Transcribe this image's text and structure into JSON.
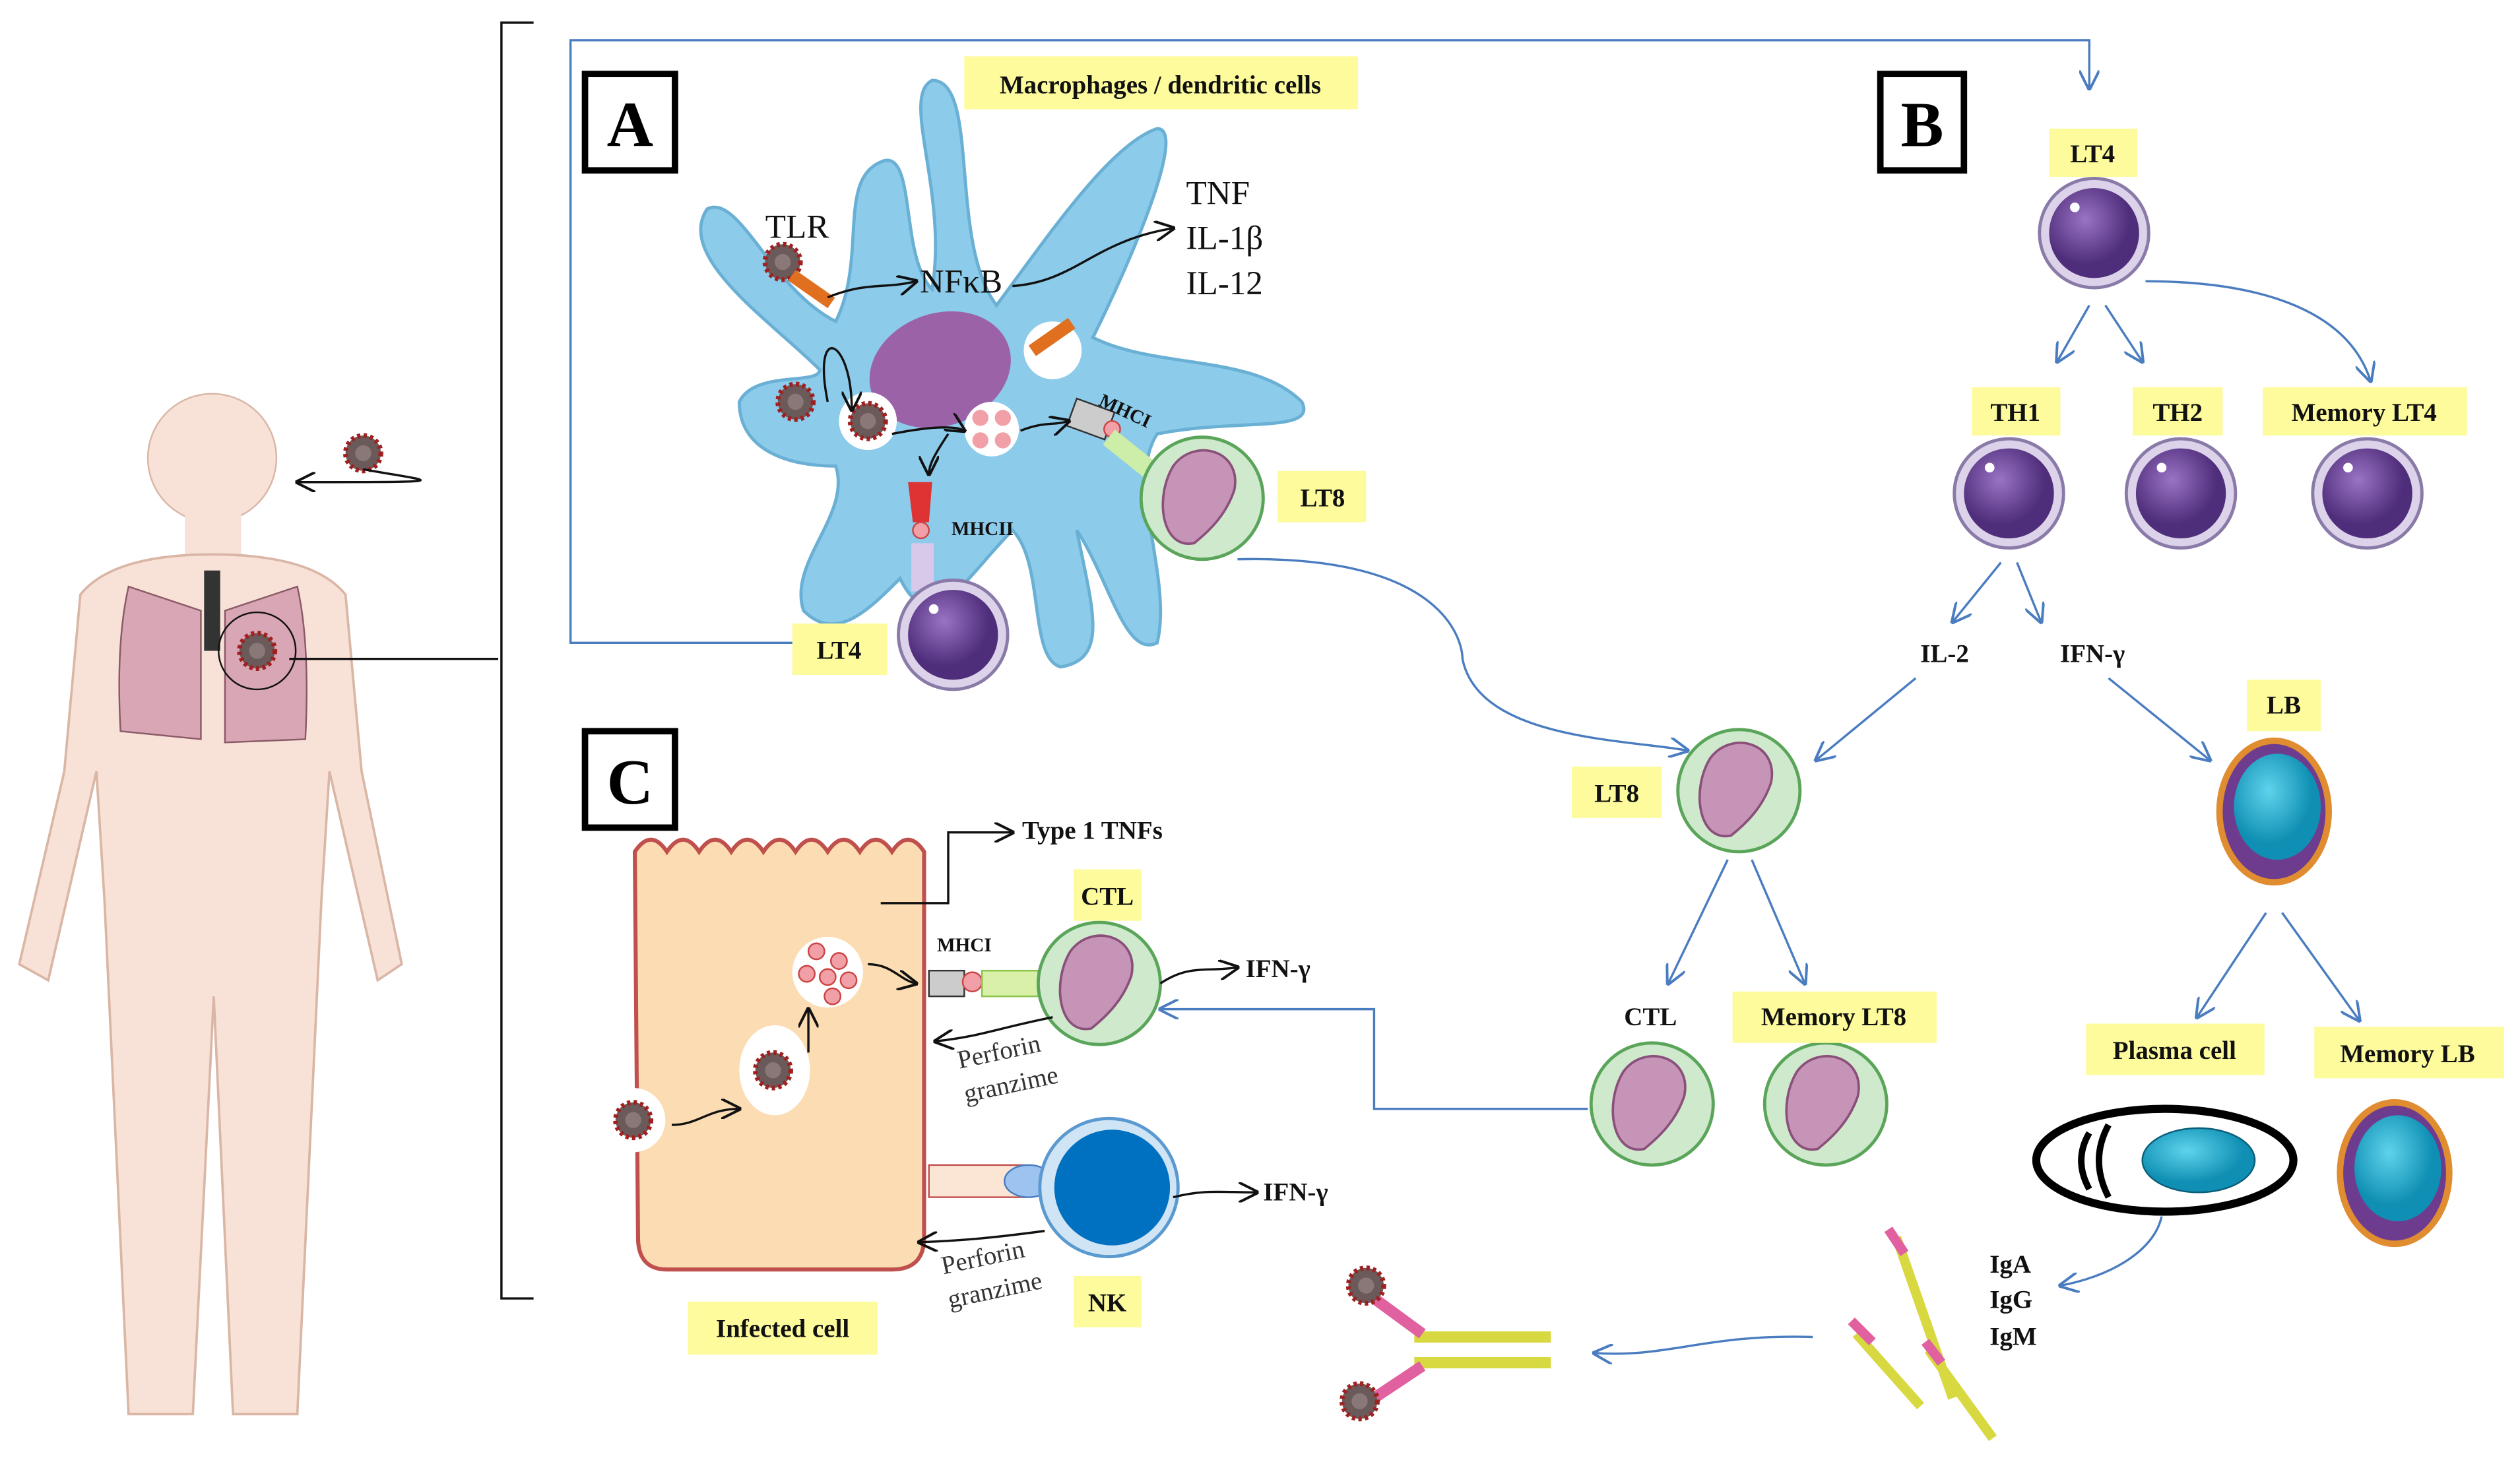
{
  "panels": {
    "a": "A",
    "b": "B",
    "c": "C"
  },
  "panel_a": {
    "title": "Macrophages / dendritic cells",
    "tlr": "TLR",
    "nfkb": "NFκB",
    "cytokines": [
      "TNF",
      "IL-1β",
      "IL-12"
    ],
    "mhcii": "MHCII",
    "mhci": "MHCI",
    "lt8": "LT8",
    "lt4": "LT4"
  },
  "panel_b": {
    "lt4": "LT4",
    "th1": "TH1",
    "th2": "TH2",
    "memory_lt4": "Memory LT4",
    "il2": "IL-2",
    "ifn": "IFN-γ",
    "lb": "LB",
    "lt8": "LT8",
    "ctl": "CTL",
    "memory_lt8": "Memory LT8",
    "plasma_cell": "Plasma cell",
    "memory_lb": "Memory LB",
    "antibodies": [
      "IgA",
      "IgG",
      "IgM"
    ]
  },
  "panel_c": {
    "type1": "Type 1 TNFs",
    "ctl": "CTL",
    "mhci": "MHCI",
    "ifn_ctl": "IFN-γ",
    "perforin_ctl": "Perforin",
    "granzime_ctl": "granzime",
    "ifn_nk": "IFN-γ",
    "perforin_nk": "Perforin",
    "granzime_nk": "granzime",
    "nk": "NK",
    "infected_cell": "Infected cell"
  },
  "colors": {
    "macrophage": "#8ccbea",
    "lt4": "#7a4fa6",
    "lt8_ring": "#a9d8a8",
    "lt8_nucleus": "#c594b6",
    "lb": "#2aaed0",
    "nk": "#0070c0",
    "infected_cell": "#fcdcb2",
    "arrow_blue": "#4a7cc0",
    "label_bg": "#fdfb9c"
  }
}
